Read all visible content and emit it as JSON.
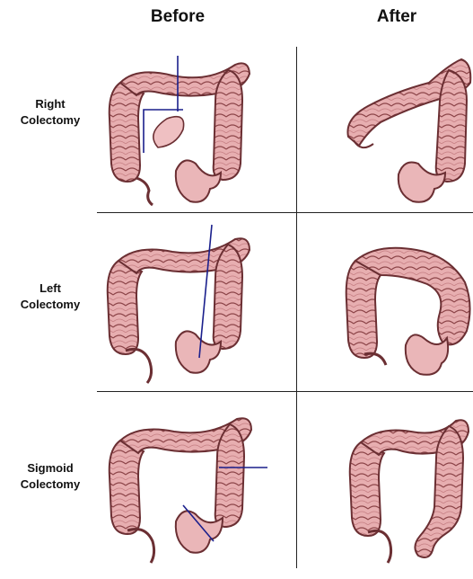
{
  "columns": {
    "before": "Before",
    "after": "After"
  },
  "rows": [
    {
      "label_line1": "Right",
      "label_line2": "Colectomy"
    },
    {
      "label_line1": "Left",
      "label_line2": "Colectomy"
    },
    {
      "label_line1": "Sigmoid",
      "label_line2": "Colectomy"
    }
  ],
  "colors": {
    "colon_fill": "#e7aeb0",
    "colon_outline": "#6b2f33",
    "cut_line": "#1a1f8c",
    "divider": "#222222"
  }
}
